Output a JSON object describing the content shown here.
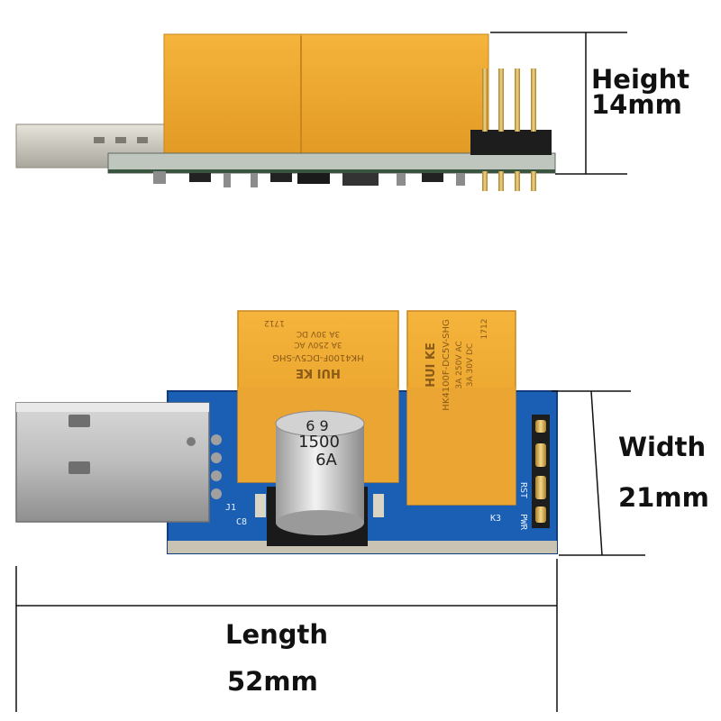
{
  "dimensions": {
    "height": {
      "label": "Height",
      "value": "14mm"
    },
    "width": {
      "label": "Width",
      "value": "21mm"
    },
    "length": {
      "label": "Length",
      "value": "52mm"
    }
  },
  "capacitor": {
    "line1": "6 9",
    "line2": "1500",
    "line3": "6A"
  },
  "relay_left": {
    "brand": "HUI KE",
    "model": "HK4100F-DC5V-SHG",
    "rating1": "3A 250V AC",
    "rating2": "3A 30V DC",
    "code": "1712"
  },
  "relay_right": {
    "brand": "HUI KE",
    "model": "HK4100F-DC5V-SHG",
    "rating1": "3A 250V AC",
    "rating2": "3A 30V DC",
    "code": "1712"
  },
  "silkscreen": {
    "j1": "J1",
    "c8": "C8",
    "k3": "K3",
    "rst": "RST",
    "pwr": "PWR"
  },
  "colors": {
    "relay": "#f0a92e",
    "pcb": "#1b5fb4",
    "usb": "#c8c8c8",
    "pins": "#d9b34a"
  }
}
